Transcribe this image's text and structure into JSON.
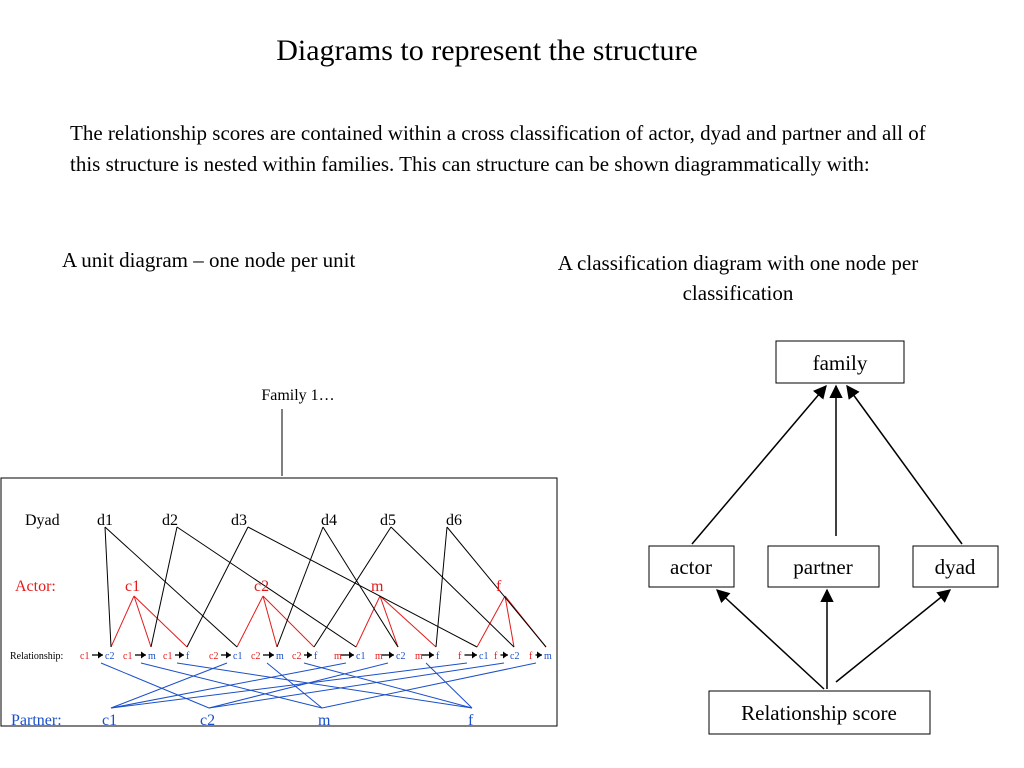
{
  "title": "Diagrams to represent the structure",
  "intro": "The relationship scores are contained within a cross classification of actor, dyad and partner and all of this structure is nested within families. This can structure can be shown diagrammatically with:",
  "captions": {
    "unit": "A unit diagram – one node per unit",
    "classification": "A classification diagram with one node per classification"
  },
  "unit_diagram": {
    "family_label": "Family 1…",
    "dyad_row_label": "Dyad",
    "dyads": [
      "d1",
      "d2",
      "d3",
      "d4",
      "d5",
      "d6"
    ],
    "actor_row_label": "Actor:",
    "actors": [
      "c1",
      "c2",
      "m",
      "f"
    ],
    "relationship_row_label": "Relationship:",
    "relationships": [
      {
        "actor": "c1",
        "partner": "c2"
      },
      {
        "actor": "c1",
        "partner": "m"
      },
      {
        "actor": "c1",
        "partner": "f"
      },
      {
        "actor": "c2",
        "partner": "c1"
      },
      {
        "actor": "c2",
        "partner": "m"
      },
      {
        "actor": "c2",
        "partner": "f"
      },
      {
        "actor": "m",
        "partner": "c1"
      },
      {
        "actor": "m",
        "partner": "c2"
      },
      {
        "actor": "m",
        "partner": "f"
      },
      {
        "actor": "f",
        "partner": "c1"
      },
      {
        "actor": "f",
        "partner": "c2"
      },
      {
        "actor": "f",
        "partner": "m"
      }
    ],
    "partner_row_label": "Partner:",
    "partners": [
      "c1",
      "c2",
      "m",
      "f"
    ],
    "colors": {
      "actor": "#e31b1b",
      "partner": "#1b4fc9",
      "dyad": "#000000"
    }
  },
  "classification_diagram": {
    "family": "family",
    "actor": "actor",
    "partner": "partner",
    "dyad": "dyad",
    "score": "Relationship score"
  }
}
